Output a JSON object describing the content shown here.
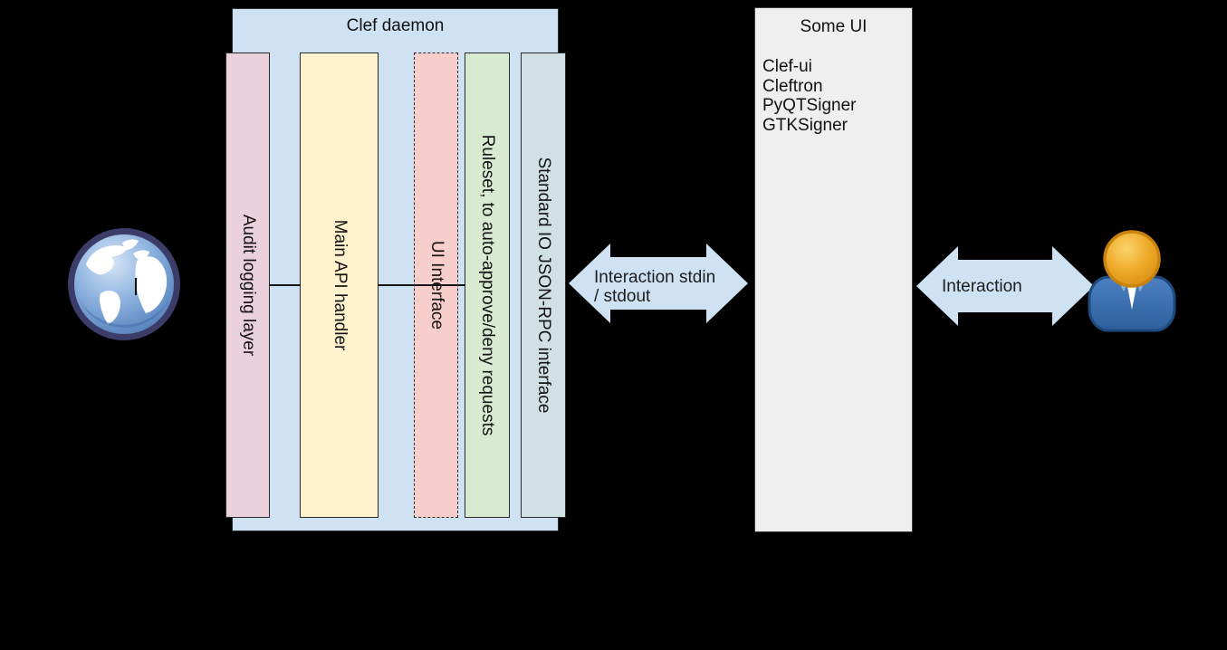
{
  "colors": {
    "background": "#000000",
    "clef_box_fill": "#cfe2f3",
    "audit_fill": "#ead1dc",
    "api_fill": "#fff2cc",
    "ui_fill": "#f8cecc",
    "ruleset_fill": "#d9ead3",
    "stdio_fill": "#d0e0e3",
    "some_ui_fill": "#efefef",
    "arrow_fill": "#cfe2f3",
    "border": "#2e2e2e",
    "text": "#111111"
  },
  "clef_daemon": {
    "title": "Clef daemon",
    "bars": {
      "audit": {
        "label": "Audit logging layer"
      },
      "api": {
        "label": "Main API handler"
      },
      "ui": {
        "label": "UI Interface"
      },
      "ruleset": {
        "label": "Ruleset, to auto-approve/deny requests"
      },
      "stdio": {
        "label": "Standard IO JSON-RPC interface"
      }
    }
  },
  "some_ui": {
    "title": "Some UI",
    "items": [
      "Clef-ui",
      "Cleftron",
      "PyQTSigner",
      "GTKSigner"
    ]
  },
  "arrows": {
    "stdio_arrow": {
      "line1": "Interaction stdin",
      "line2": "/ stdout"
    },
    "user_arrow": {
      "line1": "Interaction"
    }
  },
  "icons": {
    "globe": "globe-icon",
    "user": "user-icon"
  }
}
